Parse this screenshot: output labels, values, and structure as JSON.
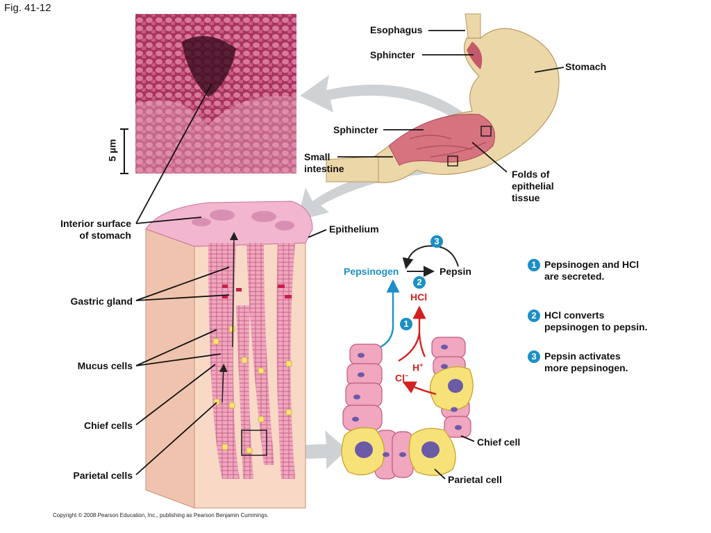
{
  "figure_label": "Fig. 41-12",
  "copyright": "Copyright © 2008 Pearson Education, Inc., publishing as Pearson Benjamin Cummings.",
  "scale_bar": "5 µm",
  "stomach_labels": {
    "esophagus": "Esophagus",
    "sphincter_top": "Sphincter",
    "stomach": "Stomach",
    "sphincter_bottom": "Sphincter",
    "small_intestine_1": "Small",
    "small_intestine_2": "intestine",
    "folds_1": "Folds of",
    "folds_2": "epithelial",
    "folds_3": "tissue"
  },
  "section_labels": {
    "interior_1": "Interior surface",
    "interior_2": "of stomach",
    "epithelium": "Epithelium",
    "gastric_gland": "Gastric gland",
    "mucus_cells": "Mucus cells",
    "chief_cells": "Chief cells",
    "parietal_cells": "Parietal cells"
  },
  "cell_labels": {
    "chief_cell": "Chief cell",
    "parietal_cell": "Parietal cell",
    "pepsinogen": "Pepsinogen",
    "pepsin": "Pepsin",
    "hcl": "HCl",
    "h_plus": "H",
    "h_plus_sup": "+",
    "cl_minus": "Cl",
    "cl_minus_sup": "–"
  },
  "step_numbers": {
    "one": "1",
    "two": "2",
    "three": "3"
  },
  "steps": [
    {
      "num": "1",
      "line1": "Pepsinogen and HCl",
      "line2": "are secreted."
    },
    {
      "num": "2",
      "line1": "HCl converts",
      "line2": "pepsinogen to pepsin."
    },
    {
      "num": "3",
      "line1": "Pepsin activates",
      "line2": "more pepsinogen."
    }
  ],
  "colors": {
    "accent_blue": "#1b8fc6",
    "acid_red": "#d42020",
    "tissue_pink": "#e88aa8",
    "stomach_tan": "#ecd7a8",
    "parietal_yellow": "#f7e27a"
  }
}
